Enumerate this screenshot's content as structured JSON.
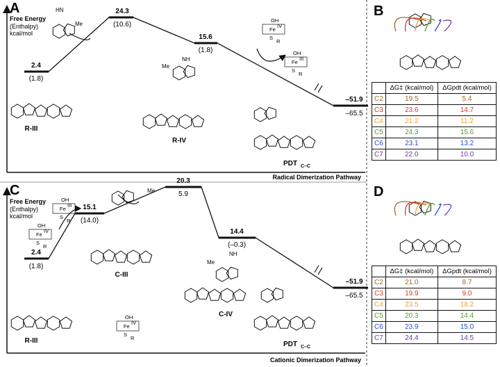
{
  "panels": {
    "A": {
      "letter": "A",
      "ylabel": [
        "Free Energy",
        "(Enthalpy)",
        "kcal/mol"
      ],
      "xlabel": "Radical Dimerization Pathway",
      "levels": [
        {
          "g": "2.4",
          "h": "(1.8)"
        },
        {
          "g": "24.3",
          "h": "(10.6)"
        },
        {
          "g": "15.6",
          "h": "(1.8)"
        },
        {
          "g": "–51.9",
          "h": "–65.5"
        }
      ],
      "species": [
        "R-III",
        "R-IV",
        "PDT"
      ],
      "pdt_sub": "C–C",
      "me": "Me",
      "nh": "NH",
      "hn": "HN"
    },
    "C": {
      "letter": "C",
      "ylabel": [
        "Free Energy",
        "(Enthalpy)",
        "kcal/mol"
      ],
      "xlabel": "Cationic Dimerization Pathway",
      "levels": [
        {
          "g": "2.4",
          "h": "(1.8)"
        },
        {
          "g": "15.1",
          "h": "(14.0)"
        },
        {
          "g": "20.3",
          "h": "5.9"
        },
        {
          "g": "14.4",
          "h": "(–0.3)"
        },
        {
          "g": "–51.9",
          "h": "–65.5"
        }
      ],
      "species": [
        "R-III",
        "C-III",
        "C-IV",
        "PDT"
      ],
      "pdt_sub": "C–C",
      "me": "Me",
      "nh": "NH"
    },
    "B": {
      "letter": "B"
    },
    "D": {
      "letter": "D"
    }
  },
  "fe": {
    "fe_iv": "Fe",
    "ox_iv": "IV",
    "fe_iii": "Fe",
    "ox_iii": "III",
    "oh": "OH",
    "s": "S",
    "r": "R"
  },
  "tables": {
    "headers": [
      "",
      "ΔG‡ (kcal/mol)",
      "ΔGpdt (kcal/mol)"
    ],
    "colors": {
      "C2": "#9a6a2a",
      "C3": "#d83a2a",
      "C4": "#e8a23a",
      "C5": "#5a9a2a",
      "C6": "#2a4ad0",
      "C7": "#6a3aa0"
    },
    "B": [
      [
        "C2",
        "19.5",
        "5.4"
      ],
      [
        "C3",
        "23.6",
        "14.7"
      ],
      [
        "C4",
        "21.2",
        "11.2"
      ],
      [
        "C5",
        "24.3",
        "15.6"
      ],
      [
        "C6",
        "23.1",
        "13.2"
      ],
      [
        "C7",
        "22.0",
        "10.0"
      ]
    ],
    "D": [
      [
        "C2",
        "21.0",
        "8.7"
      ],
      [
        "C3",
        "19.9",
        "9.0"
      ],
      [
        "C4",
        "23.5",
        "18.2"
      ],
      [
        "C5",
        "20.3",
        "14.4"
      ],
      [
        "C6",
        "23.9",
        "15.0"
      ],
      [
        "C7",
        "24.4",
        "14.5"
      ]
    ]
  }
}
